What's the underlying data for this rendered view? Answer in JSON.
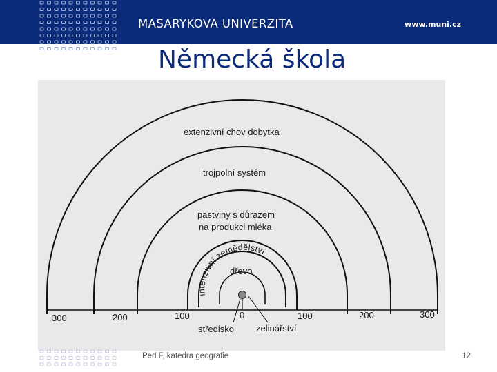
{
  "header": {
    "university_name": "MASARYKOVA UNIVERZITA",
    "website": "www.muni.cz",
    "logo_icon": "dot-grid-logo-icon",
    "color": "#0a2a7a"
  },
  "slide": {
    "title": "Německá škola",
    "footer_left": "Ped.F, katedra geografie",
    "page_number": "12"
  },
  "figure": {
    "zones": [
      {
        "label": "extenzivní chov dobytka"
      },
      {
        "label": "trojpolní systém"
      },
      {
        "label_line1": "pastviny s důrazem",
        "label_line2": "na produkci mléka"
      },
      {
        "label": "intenzivní zemědělství"
      },
      {
        "label": "dřevo"
      }
    ],
    "distance_labels": {
      "l300": "300",
      "l200": "200",
      "l100": "100",
      "c0": "0",
      "r100": "100",
      "r200": "200",
      "r300": "300"
    },
    "center_label": "středisko",
    "market_garden_label": "zelinářství"
  }
}
